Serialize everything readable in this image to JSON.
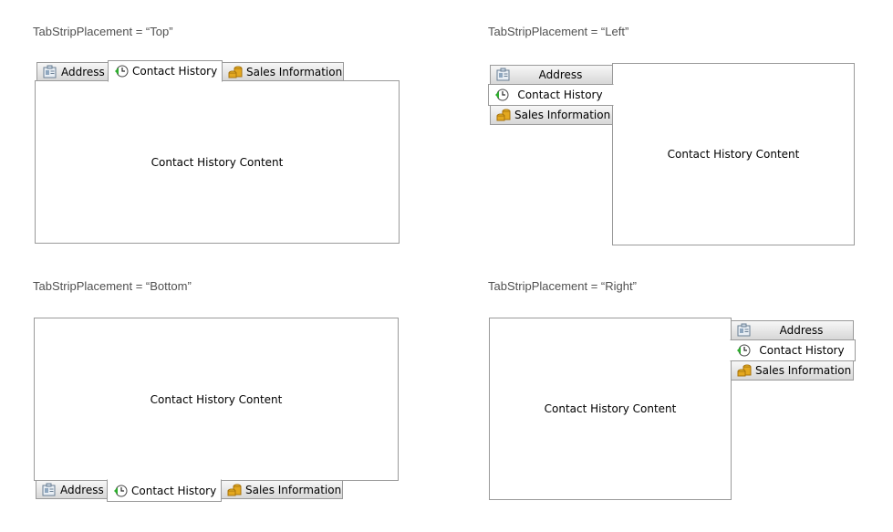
{
  "examples": [
    {
      "caption": "TabStripPlacement = “Top”",
      "content": "Contact History Content"
    },
    {
      "caption": "TabStripPlacement = “Left”",
      "content": "Contact History Content"
    },
    {
      "caption": "TabStripPlacement = “Bottom”",
      "content": "Contact History Content"
    },
    {
      "caption": "TabStripPlacement = “Right”",
      "content": "Contact History Content"
    }
  ],
  "tabs": {
    "address": {
      "label": "Address",
      "icon": "address-card-icon"
    },
    "contact": {
      "label": "Contact History",
      "icon": "clock-history-icon"
    },
    "sales": {
      "label": "Sales Information",
      "icon": "coins-icon"
    }
  },
  "selected_tab": "Contact History",
  "colors": {
    "border": "#9a9a9a",
    "tab_gradient_top": "#f7f7f7",
    "tab_gradient_bottom": "#d7d7d7",
    "caption": "#505050"
  }
}
